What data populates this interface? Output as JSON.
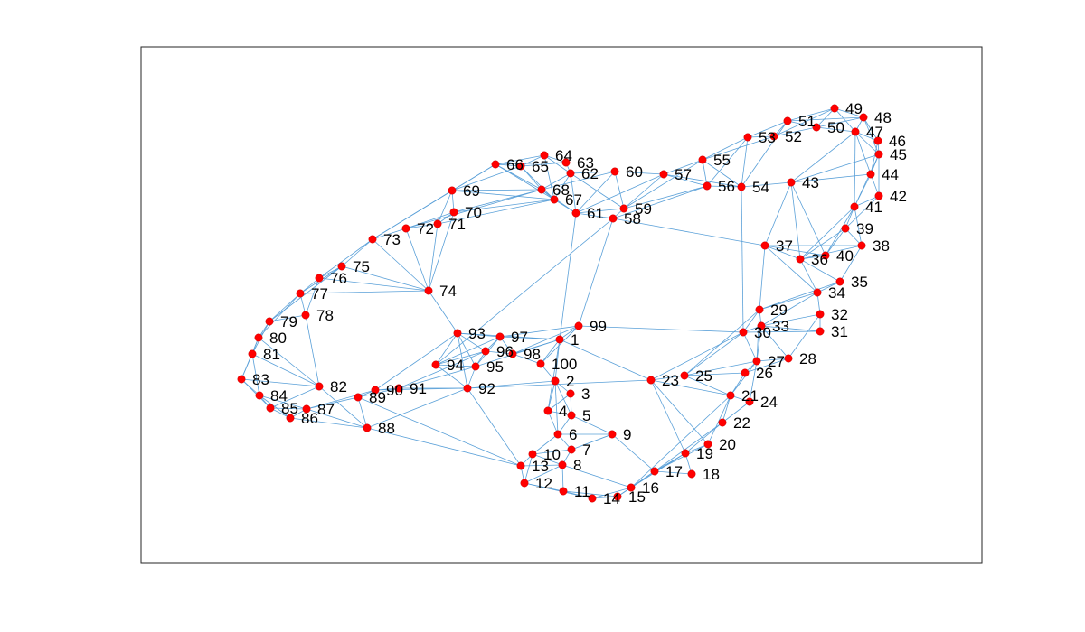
{
  "graph": {
    "node_labels": [
      "1",
      "2",
      "3",
      "4",
      "5",
      "6",
      "7",
      "8",
      "9",
      "10",
      "11",
      "12",
      "13",
      "14",
      "15",
      "16",
      "17",
      "18",
      "19",
      "20",
      "21",
      "22",
      "23",
      "24",
      "25",
      "26",
      "27",
      "28",
      "29",
      "30",
      "31",
      "32",
      "33",
      "34",
      "35",
      "36",
      "37",
      "38",
      "39",
      "40",
      "41",
      "42",
      "43",
      "44",
      "45",
      "46",
      "47",
      "48",
      "49",
      "50",
      "51",
      "52",
      "53",
      "54",
      "55",
      "56",
      "57",
      "58",
      "59",
      "60",
      "61",
      "62",
      "63",
      "64",
      "65",
      "66",
      "67",
      "68",
      "69",
      "70",
      "71",
      "72",
      "73",
      "74",
      "75",
      "76",
      "77",
      "78",
      "79",
      "80",
      "81",
      "82",
      "83",
      "84",
      "85",
      "86",
      "87",
      "88",
      "89",
      "90",
      "91",
      "92",
      "93",
      "94",
      "95",
      "96",
      "97",
      "98",
      "99",
      "100"
    ],
    "edges": [
      [
        1,
        2
      ],
      [
        1,
        99
      ],
      [
        1,
        100
      ],
      [
        1,
        97
      ],
      [
        1,
        98
      ],
      [
        1,
        93
      ],
      [
        1,
        95
      ],
      [
        1,
        23
      ],
      [
        1,
        4
      ],
      [
        1,
        61
      ],
      [
        2,
        3
      ],
      [
        2,
        4
      ],
      [
        2,
        100
      ],
      [
        2,
        5
      ],
      [
        2,
        6
      ],
      [
        2,
        92
      ],
      [
        3,
        5
      ],
      [
        3,
        4
      ],
      [
        4,
        5
      ],
      [
        4,
        6
      ],
      [
        5,
        6
      ],
      [
        5,
        9
      ],
      [
        6,
        7
      ],
      [
        6,
        10
      ],
      [
        6,
        9
      ],
      [
        7,
        8
      ],
      [
        7,
        9
      ],
      [
        7,
        10
      ],
      [
        8,
        10
      ],
      [
        8,
        13
      ],
      [
        8,
        11
      ],
      [
        8,
        16
      ],
      [
        8,
        12
      ],
      [
        9,
        17
      ],
      [
        9,
        7
      ],
      [
        10,
        13
      ],
      [
        10,
        12
      ],
      [
        11,
        12
      ],
      [
        11,
        14
      ],
      [
        11,
        15
      ],
      [
        12,
        13
      ],
      [
        12,
        14
      ],
      [
        13,
        88
      ],
      [
        13,
        89
      ],
      [
        13,
        92
      ],
      [
        14,
        15
      ],
      [
        14,
        16
      ],
      [
        15,
        16
      ],
      [
        15,
        17
      ],
      [
        16,
        17
      ],
      [
        16,
        19
      ],
      [
        16,
        21
      ],
      [
        17,
        19
      ],
      [
        17,
        18
      ],
      [
        17,
        20
      ],
      [
        17,
        22
      ],
      [
        18,
        19
      ],
      [
        19,
        20
      ],
      [
        19,
        22
      ],
      [
        20,
        21
      ],
      [
        20,
        23
      ],
      [
        21,
        22
      ],
      [
        21,
        24
      ],
      [
        21,
        25
      ],
      [
        21,
        26
      ],
      [
        21,
        27
      ],
      [
        22,
        24
      ],
      [
        23,
        25
      ],
      [
        23,
        21
      ],
      [
        23,
        92
      ],
      [
        23,
        19
      ],
      [
        23,
        30
      ],
      [
        24,
        27
      ],
      [
        25,
        26
      ],
      [
        25,
        27
      ],
      [
        25,
        30
      ],
      [
        25,
        29
      ],
      [
        26,
        27
      ],
      [
        26,
        28
      ],
      [
        27,
        28
      ],
      [
        27,
        29
      ],
      [
        27,
        30
      ],
      [
        27,
        33
      ],
      [
        28,
        33
      ],
      [
        28,
        32
      ],
      [
        29,
        30
      ],
      [
        29,
        33
      ],
      [
        29,
        37
      ],
      [
        29,
        35
      ],
      [
        29,
        34
      ],
      [
        30,
        33
      ],
      [
        30,
        31
      ],
      [
        30,
        99
      ],
      [
        31,
        32
      ],
      [
        31,
        33
      ],
      [
        32,
        33
      ],
      [
        32,
        34
      ],
      [
        33,
        34
      ],
      [
        34,
        35
      ],
      [
        34,
        36
      ],
      [
        34,
        37
      ],
      [
        35,
        36
      ],
      [
        35,
        38
      ],
      [
        36,
        37
      ],
      [
        36,
        38
      ],
      [
        36,
        39
      ],
      [
        36,
        40
      ],
      [
        36,
        41
      ],
      [
        36,
        43
      ],
      [
        37,
        38
      ],
      [
        37,
        43
      ],
      [
        37,
        40
      ],
      [
        37,
        58
      ],
      [
        38,
        39
      ],
      [
        38,
        41
      ],
      [
        39,
        40
      ],
      [
        39,
        41
      ],
      [
        39,
        42
      ],
      [
        40,
        41
      ],
      [
        40,
        43
      ],
      [
        41,
        42
      ],
      [
        41,
        44
      ],
      [
        41,
        45
      ],
      [
        41,
        47
      ],
      [
        42,
        44
      ],
      [
        42,
        45
      ],
      [
        43,
        45
      ],
      [
        43,
        47
      ],
      [
        43,
        44
      ],
      [
        43,
        54
      ],
      [
        44,
        45
      ],
      [
        44,
        46
      ],
      [
        44,
        47
      ],
      [
        45,
        46
      ],
      [
        45,
        47
      ],
      [
        45,
        48
      ],
      [
        46,
        47
      ],
      [
        46,
        48
      ],
      [
        47,
        48
      ],
      [
        47,
        49
      ],
      [
        47,
        50
      ],
      [
        48,
        49
      ],
      [
        48,
        50
      ],
      [
        48,
        51
      ],
      [
        49,
        50
      ],
      [
        49,
        51
      ],
      [
        49,
        52
      ],
      [
        50,
        51
      ],
      [
        50,
        52
      ],
      [
        51,
        52
      ],
      [
        51,
        53
      ],
      [
        51,
        54
      ],
      [
        52,
        53
      ],
      [
        52,
        55
      ],
      [
        53,
        54
      ],
      [
        53,
        55
      ],
      [
        53,
        56
      ],
      [
        54,
        55
      ],
      [
        54,
        56
      ],
      [
        54,
        57
      ],
      [
        54,
        30
      ],
      [
        55,
        56
      ],
      [
        55,
        57
      ],
      [
        55,
        59
      ],
      [
        56,
        57
      ],
      [
        56,
        59
      ],
      [
        56,
        58
      ],
      [
        57,
        59
      ],
      [
        57,
        60
      ],
      [
        57,
        61
      ],
      [
        58,
        59
      ],
      [
        58,
        61
      ],
      [
        58,
        99
      ],
      [
        58,
        94
      ],
      [
        59,
        60
      ],
      [
        59,
        61
      ],
      [
        59,
        62
      ],
      [
        60,
        61
      ],
      [
        60,
        62
      ],
      [
        60,
        68
      ],
      [
        61,
        62
      ],
      [
        61,
        67
      ],
      [
        61,
        68
      ],
      [
        62,
        63
      ],
      [
        62,
        64
      ],
      [
        62,
        67
      ],
      [
        62,
        68
      ],
      [
        63,
        64
      ],
      [
        63,
        65
      ],
      [
        63,
        66
      ],
      [
        64,
        65
      ],
      [
        64,
        66
      ],
      [
        64,
        67
      ],
      [
        65,
        66
      ],
      [
        65,
        67
      ],
      [
        65,
        68
      ],
      [
        65,
        69
      ],
      [
        66,
        67
      ],
      [
        66,
        68
      ],
      [
        66,
        69
      ],
      [
        66,
        73
      ],
      [
        67,
        68
      ],
      [
        67,
        69
      ],
      [
        67,
        70
      ],
      [
        67,
        71
      ],
      [
        68,
        69
      ],
      [
        68,
        70
      ],
      [
        68,
        72
      ],
      [
        69,
        70
      ],
      [
        69,
        71
      ],
      [
        69,
        73
      ],
      [
        70,
        71
      ],
      [
        70,
        72
      ],
      [
        70,
        74
      ],
      [
        71,
        72
      ],
      [
        71,
        74
      ],
      [
        72,
        73
      ],
      [
        72,
        74
      ],
      [
        73,
        74
      ],
      [
        73,
        75
      ],
      [
        73,
        76
      ],
      [
        74,
        75
      ],
      [
        74,
        76
      ],
      [
        74,
        77
      ],
      [
        74,
        93
      ],
      [
        75,
        76
      ],
      [
        75,
        77
      ],
      [
        75,
        79
      ],
      [
        76,
        77
      ],
      [
        76,
        78
      ],
      [
        77,
        78
      ],
      [
        77,
        79
      ],
      [
        77,
        80
      ],
      [
        78,
        79
      ],
      [
        78,
        82
      ],
      [
        79,
        80
      ],
      [
        79,
        81
      ],
      [
        80,
        81
      ],
      [
        80,
        82
      ],
      [
        80,
        83
      ],
      [
        81,
        82
      ],
      [
        81,
        83
      ],
      [
        81,
        84
      ],
      [
        82,
        83
      ],
      [
        82,
        85
      ],
      [
        82,
        88
      ],
      [
        83,
        84
      ],
      [
        83,
        85
      ],
      [
        84,
        85
      ],
      [
        84,
        86
      ],
      [
        84,
        87
      ],
      [
        85,
        86
      ],
      [
        85,
        87
      ],
      [
        86,
        87
      ],
      [
        86,
        88
      ],
      [
        87,
        88
      ],
      [
        87,
        89
      ],
      [
        87,
        90
      ],
      [
        88,
        89
      ],
      [
        88,
        92
      ],
      [
        89,
        90
      ],
      [
        89,
        91
      ],
      [
        90,
        91
      ],
      [
        90,
        92
      ],
      [
        90,
        93
      ],
      [
        91,
        92
      ],
      [
        91,
        95
      ],
      [
        91,
        96
      ],
      [
        92,
        93
      ],
      [
        92,
        94
      ],
      [
        92,
        95
      ],
      [
        93,
        94
      ],
      [
        93,
        95
      ],
      [
        93,
        96
      ],
      [
        93,
        97
      ],
      [
        94,
        95
      ],
      [
        94,
        96
      ],
      [
        94,
        97
      ],
      [
        95,
        96
      ],
      [
        95,
        97
      ],
      [
        96,
        97
      ],
      [
        96,
        98
      ],
      [
        97,
        98
      ],
      [
        97,
        99
      ],
      [
        98,
        99
      ],
      [
        98,
        100
      ],
      [
        99,
        100
      ]
    ]
  }
}
